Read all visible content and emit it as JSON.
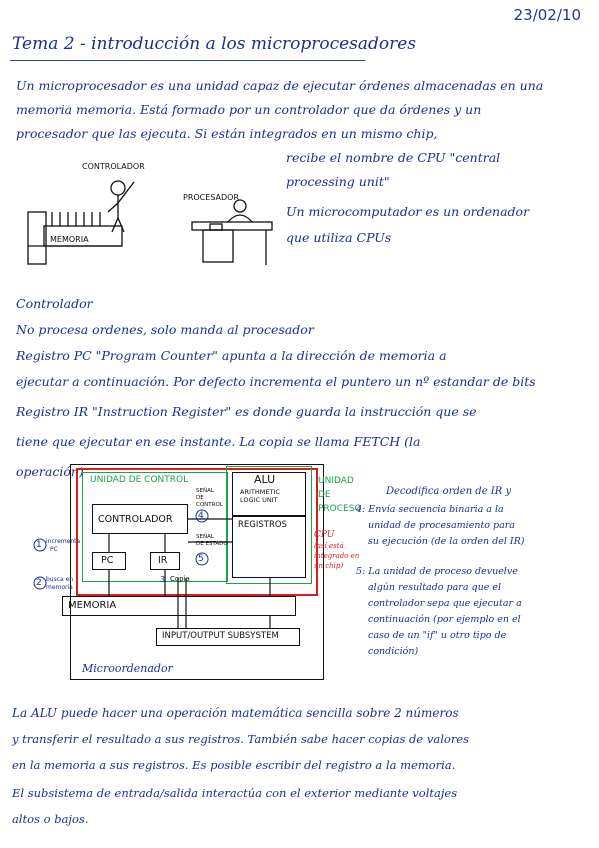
{
  "header": {
    "date": "23/02/10",
    "title": "Tema 2 - introducción a los microprocesadores"
  },
  "intro": {
    "line1": "Un microprocesador es una unidad capaz de ejecutar órdenes almacenadas en una",
    "line2": "memoria memoria. Está formado por un controlador que da órdenes y un",
    "line3": "procesador que las ejecuta. Si están integrados en un mismo chip,",
    "line4": "recibe el nombre de CPU \"central",
    "line5": "processing unit\"",
    "line6": "Un microcomputador es un ordenador",
    "line7": "que utiliza CPUs"
  },
  "sketch": {
    "controlador_label": "CONTROLADOR",
    "memoria_label": "MEMORIA",
    "procesador_label": "PROCESADOR"
  },
  "controlador_section": {
    "heading": "Controlador",
    "line1": "No procesa ordenes, solo manda al procesador",
    "line2": "Registro PC \"Program Counter\" apunta a la dirección de memoria a",
    "line3": "ejecutar a continuación. Por defecto incrementa el puntero un nº estandar de bits",
    "line4": "Registro IR \"Instruction Register\" es donde guarda la instrucción que se",
    "line5": "tiene que ejecutar en ese instante. La copia se llama FETCH (la",
    "line6": "operación)"
  },
  "diagram": {
    "unidad_control": "UNIDAD DE CONTROL",
    "unidad_proceso": [
      "UNIDAD",
      "DE",
      "PROCESO"
    ],
    "controlador": "CONTROLADOR",
    "pc": "PC",
    "ir": "IR",
    "alu": "ALU",
    "alu_sub": [
      "ARITHMETIC",
      "LOGIC UNIT"
    ],
    "registros": "REGISTROS",
    "memoria": "MEMORIA",
    "io": "INPUT/OUTPUT SUBSYSTEM",
    "senal_control": [
      "SEÑAL",
      "DE",
      "CONTROL"
    ],
    "senal_estado": [
      "SEÑAL",
      "DE ESTADO"
    ],
    "n4": "4",
    "n5": "5",
    "n3": "3",
    "copia": "Copia",
    "step1": [
      "1",
      "incrementa",
      "PC"
    ],
    "step2": [
      "2",
      "busca en",
      "memoria"
    ],
    "cpu_note": [
      "CPU",
      "(así está",
      "integrado en",
      "un chip)"
    ],
    "caption": "Microordenador"
  },
  "side_notes": {
    "l1": "Decodifica orden de IR y",
    "l2": "4: Envía secuencia binaria a la",
    "l3": "unidad de procesamiento para",
    "l4": "su ejecución (de la orden del IR)",
    "l5": "5: La unidad de proceso devuelve",
    "l6": "algún resultado para que el",
    "l7": "controlador sepa que ejecutar a",
    "l8": "continuación (por ejemplo en el",
    "l9": "caso de un \"if\" u otro tipo de",
    "l10": "condición)"
  },
  "closing": {
    "l1": "La ALU puede hacer una operación matemática sencilla sobre 2 números",
    "l2": "y transferir el resultado a sus registros. También sabe hacer copias de valores",
    "l3": "en la memoria a sus registros. Es posible escribir del registro a la memoria.",
    "l4": "El subsistema de entrada/salida interactúa con el exterior mediante voltajes",
    "l5": "altos o bajos."
  }
}
